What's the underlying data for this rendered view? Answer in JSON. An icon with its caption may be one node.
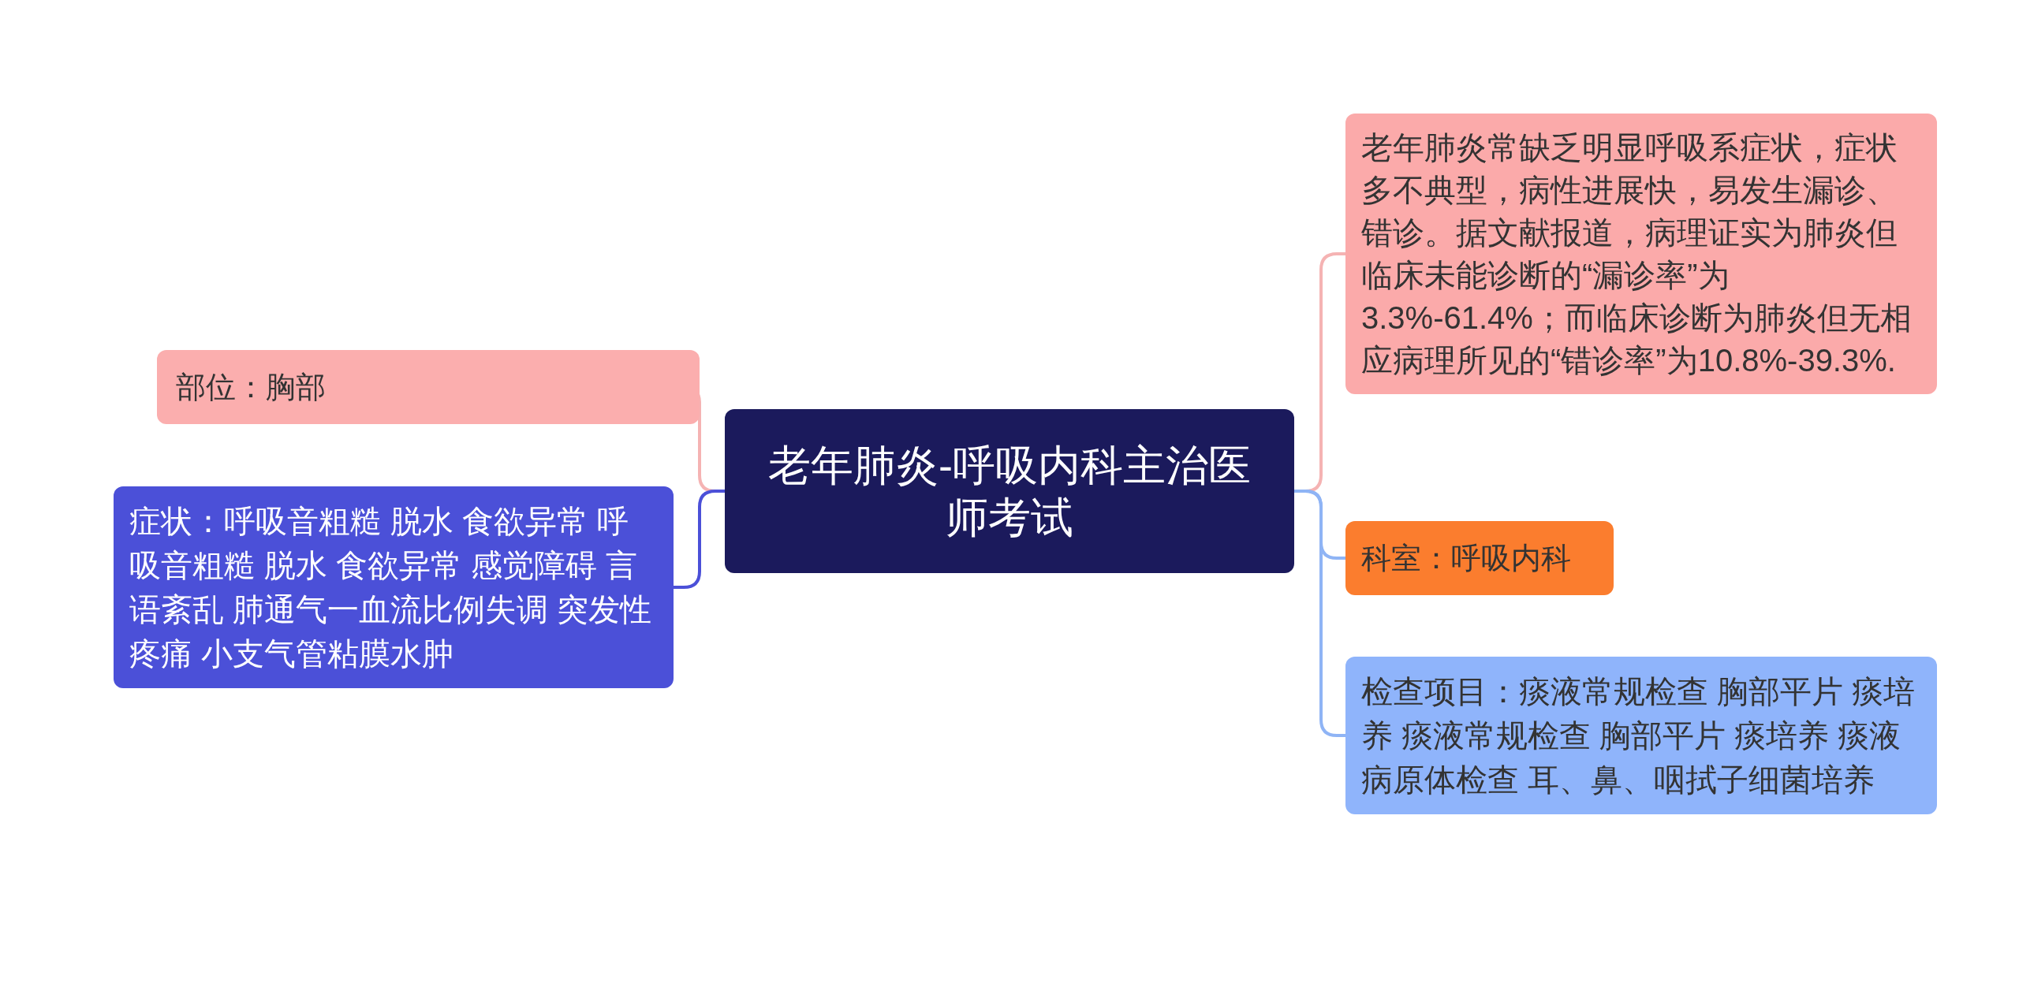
{
  "diagram": {
    "nodes": [
      {
        "text": [
          "老年肺炎-呼吸内科主治医师考试"
        ]
      },
      {
        "text": [
          "部位：胸部"
        ]
      },
      {
        "text": [
          "症状：呼吸音粗糙 脱水 食欲异常 呼吸音粗糙 脱水 食欲异常 感觉障碍 言语紊乱 肺通气一血流比例失调 突发性疼痛 小支气管粘膜水肿"
        ]
      },
      {
        "text": [
          "老年肺炎常缺乏明显呼吸系症状，症状多不典型，病性进展快，易发生漏诊、错诊。据文献报道，病理证实为肺炎但临床未能诊断的“漏诊率”为3.3%-61.4%；而临床诊断为肺炎但无相应病理所见的“错诊率”为10.8%-39.3%."
        ]
      },
      {
        "text": [
          "科室：呼吸内科"
        ]
      },
      {
        "text": [
          "检查项目：痰液常规检查 胸部平片 痰培养 痰液常规检查 胸部平片 痰培养 痰液病原体检查 耳、鼻、咽拭子细菌培养"
        ]
      }
    ],
    "edges": [
      {
        "from": 0,
        "to": 1,
        "arrow": "none",
        "color": "#f5b3b3"
      },
      {
        "from": 0,
        "to": 2,
        "arrow": "none",
        "color": "#4b50d8"
      },
      {
        "from": 0,
        "to": 3,
        "arrow": "none",
        "color": "#f5b3b3"
      },
      {
        "from": 0,
        "to": 4,
        "arrow": "none",
        "color": "#8fb4f5"
      },
      {
        "from": 0,
        "to": 5,
        "arrow": "none",
        "color": "#8fb4f5"
      }
    ]
  }
}
